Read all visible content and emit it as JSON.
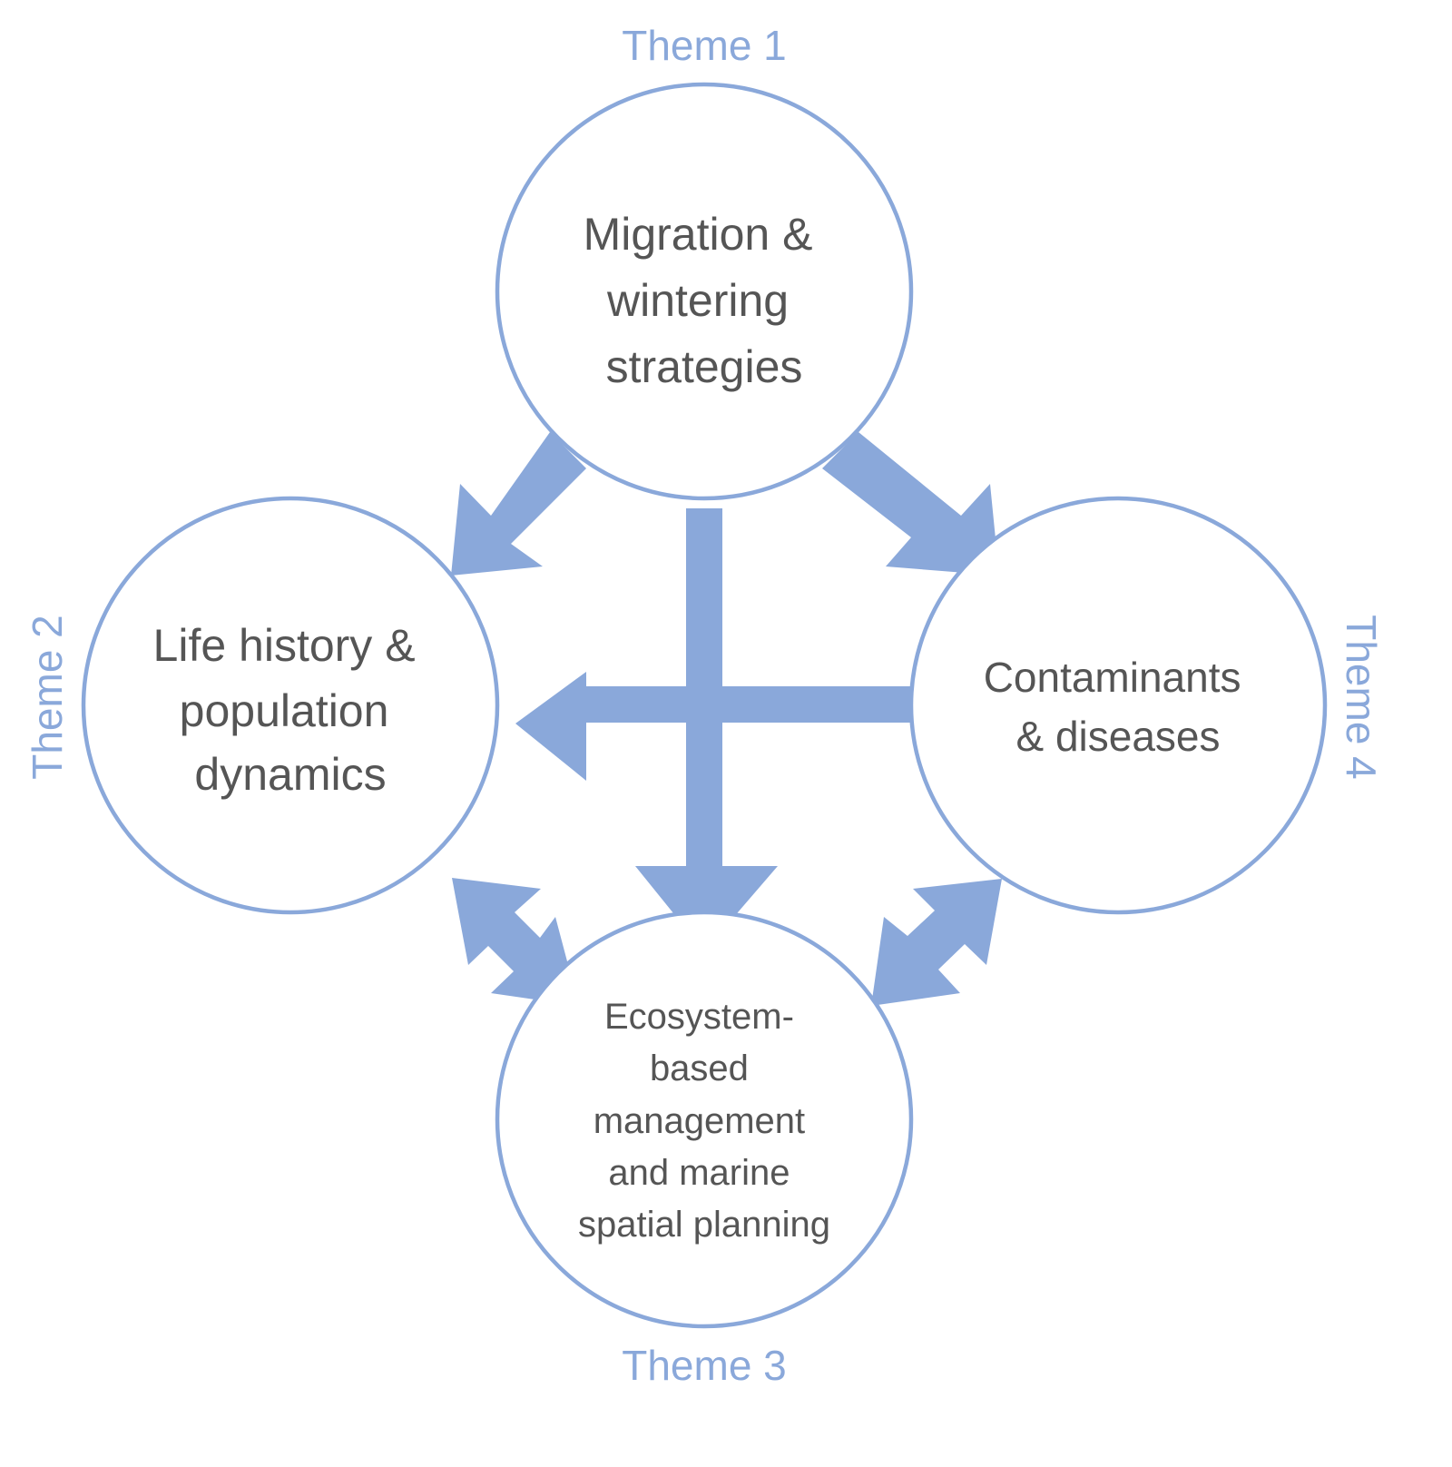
{
  "diagram": {
    "colors": {
      "accent": "#8aa8da",
      "text": "#555555",
      "background": "#ffffff"
    },
    "themes": [
      {
        "id": "theme1",
        "label": "Theme 1",
        "title_lines": [
          "Migration &",
          "wintering",
          "strategies"
        ]
      },
      {
        "id": "theme2",
        "label": "Theme 2",
        "title_lines": [
          "Life history &",
          "population",
          "dynamics"
        ]
      },
      {
        "id": "theme3",
        "label": "Theme 3",
        "title_lines": [
          "Ecosystem-",
          "based",
          "management",
          "and marine",
          "spatial planning"
        ]
      },
      {
        "id": "theme4",
        "label": "Theme 4",
        "title_lines": [
          "Contaminants",
          "& diseases"
        ]
      }
    ],
    "links": [
      {
        "from": "theme1",
        "to": "theme2",
        "direction": "one-way"
      },
      {
        "from": "theme1",
        "to": "theme4",
        "direction": "one-way"
      },
      {
        "from": "theme1",
        "to": "theme3",
        "direction": "one-way"
      },
      {
        "from": "theme4",
        "to": "theme2",
        "direction": "one-way"
      },
      {
        "from": "theme2",
        "to": "theme3",
        "direction": "two-way"
      },
      {
        "from": "theme4",
        "to": "theme3",
        "direction": "two-way"
      }
    ]
  }
}
